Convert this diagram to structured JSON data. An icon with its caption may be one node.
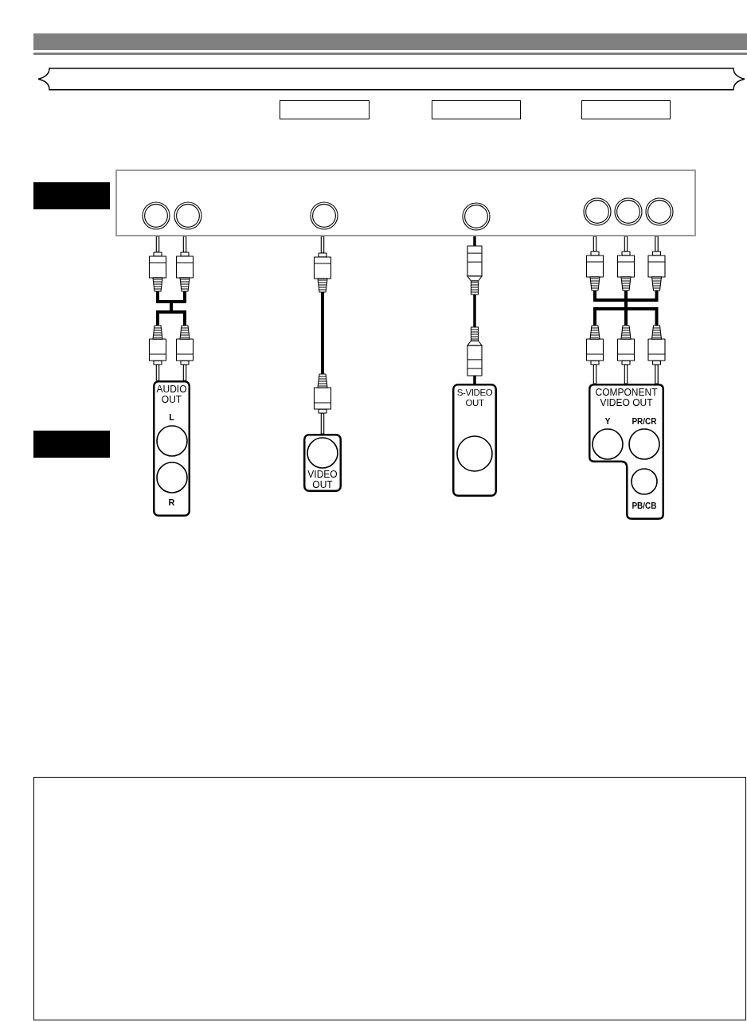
{
  "diagram": {
    "nodes": [
      {
        "text": [],
        "shape": "box"
      },
      {
        "text": [],
        "shape": "box"
      },
      {
        "text": [],
        "shape": "box"
      },
      {
        "text": [
          "AUDIO OUT",
          "L",
          "R"
        ]
      },
      {
        "text": [
          "VIDEO OUT"
        ]
      },
      {
        "text": [
          "S-VIDEO OUT"
        ]
      },
      {
        "text": [
          "COMPONENT VIDEO OUT",
          "Y",
          "PR/CR",
          "PB/CB"
        ]
      }
    ],
    "edges": [
      {
        "from": 1,
        "to": 3,
        "arrow": "other"
      },
      {
        "from": 1,
        "to": 4,
        "arrow": "other"
      },
      {
        "from": 1,
        "to": 5,
        "arrow": "none"
      },
      {
        "from": 1,
        "to": 6,
        "arrow": "other"
      }
    ]
  }
}
